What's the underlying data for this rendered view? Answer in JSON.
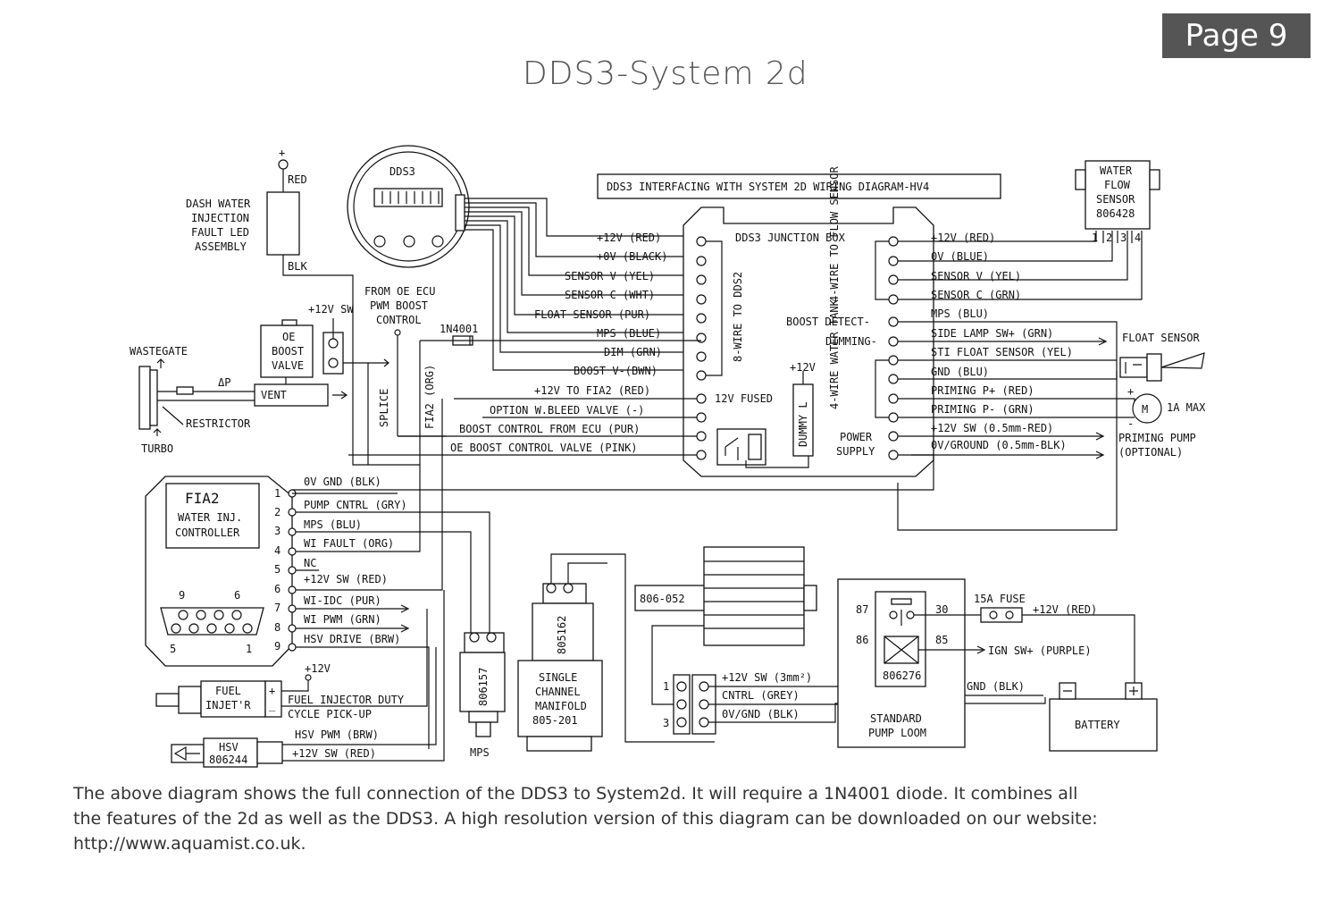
{
  "page_badge": "Page 9",
  "title": "DDS3-System 2d",
  "diagram_title": "DDS3 INTERFACING WITH SYSTEM 2D WIRING DIAGRAM-HV4",
  "dds3_gauge": {
    "label": "DDS3"
  },
  "led_assembly": {
    "plus": "+",
    "red": "RED",
    "blk": "BLK",
    "lines": [
      "DASH WATER",
      "INJECTION",
      "FAULT LED",
      "ASSEMBLY"
    ]
  },
  "oe_valve": {
    "lines": [
      "OE",
      "BOOST",
      "VALVE"
    ],
    "supply": "+12V SW",
    "vent": "VENT"
  },
  "wastegate": {
    "label": "WASTEGATE",
    "restrictor": "RESTRICTOR",
    "turbo": "TURBO",
    "dp": "ΔP"
  },
  "ecu_note": [
    "FROM OE ECU",
    "PWM BOOST",
    "CONTROL"
  ],
  "diode": "1N4001",
  "splice": "SPLICE",
  "fia2_org": "FIA2 (ORG)",
  "junction_box": {
    "title": "DDS3 JUNCTION BOX",
    "eight_wire": "8-WIRE TO DDS2",
    "flow_block": "4-WIRE TO FLOW SENSOR",
    "tank_block": "4-WIRE WATER TANK",
    "fused": "12V FUSED",
    "dummy": "DUMMY L",
    "dummy_supply": "+12V",
    "boost_detect": "BOOST DETECT-",
    "dimming": "DIMMING-",
    "power_supply": [
      "POWER",
      "SUPPLY"
    ]
  },
  "left_wires": [
    "+12V (RED)",
    "+0V (BLACK)",
    "SENSOR V (YEL)",
    "SENSOR C (WHT)",
    "FLOAT SENSOR (PUR)",
    "MPS (BLUE)",
    "DIM (GRN)",
    "BOOST V-(BWN)",
    "+12V TO FIA2 (RED)",
    "OPTION W.BLEED VALVE (-)",
    "BOOST CONTROL FROM ECU (PUR)",
    "OE BOOST CONTROL VALVE (PINK)"
  ],
  "right_wires": [
    "+12V (RED)",
    "0V (BLUE)",
    "SENSOR V (YEL)",
    "SENSOR C (GRN)",
    "MPS (BLU)",
    "SIDE LAMP SW+ (GRN)",
    "STI FLOAT SENSOR (YEL)",
    "GND (BLU)",
    "PRIMING P+ (RED)",
    "PRIMING P- (GRN)",
    "+12V SW (0.5mm-RED)",
    "0V/GROUND (0.5mm-BLK)"
  ],
  "water_flow_sensor": {
    "lines": [
      "WATER",
      "FLOW",
      "SENSOR",
      "806428"
    ],
    "pins": [
      "1",
      "2",
      "3",
      "4"
    ]
  },
  "float_sensor": "FLOAT SENSOR",
  "priming_pump": {
    "motor": "M",
    "max": "1A MAX",
    "lines": [
      "PRIMING PUMP",
      "(OPTIONAL)"
    ],
    "plus": "+",
    "minus": "-"
  },
  "fia2": {
    "name": "FIA2",
    "lines": [
      "WATER INJ.",
      "CONTROLLER"
    ],
    "connector_top": [
      "9",
      "6"
    ],
    "connector_bottom": [
      "5",
      "1"
    ],
    "pins": [
      "1",
      "2",
      "3",
      "4",
      "5",
      "6",
      "7",
      "8",
      "9"
    ],
    "wires": [
      "0V GND (BLK)",
      "PUMP CNTRL (GRY)",
      "MPS (BLU)",
      "WI FAULT (ORG)",
      "NC",
      "+12V SW (RED)",
      "WI-IDC (PUR)",
      "WI PWM (GRN)",
      "HSV DRIVE (BRW)"
    ]
  },
  "fuel_injector": {
    "lines": [
      "FUEL",
      "INJET'R"
    ],
    "plus": "+",
    "minus": "_",
    "note": [
      "FUEL INJECTOR DUTY",
      "CYCLE PICK-UP"
    ],
    "supply": "+12V"
  },
  "hsv": {
    "lines": [
      "HSV",
      "806244"
    ],
    "pwm": "HSV PWM (BRW)",
    "sw": "+12V SW (RED)"
  },
  "mps": {
    "part": "806157",
    "label": "MPS"
  },
  "manifold": {
    "part": "805162",
    "lines": [
      "SINGLE",
      "CHANNEL",
      "MANIFOLD",
      "805-201"
    ]
  },
  "pump_module": {
    "part": "806-052"
  },
  "pump_connector": {
    "pins": [
      "1",
      "3"
    ],
    "wires": [
      "+12V SW (3mm²)",
      "CNTRL (GREY)",
      "0V/GND (BLK)"
    ]
  },
  "relay": {
    "pins": [
      "87",
      "30",
      "86",
      "85"
    ],
    "part": "806276",
    "loom": [
      "STANDARD",
      "PUMP LOOM"
    ]
  },
  "fuse": {
    "label": "15A FUSE",
    "supply": "+12V (RED)"
  },
  "ign": "IGN SW+ (PURPLE)",
  "gnd": "GND (BLK)",
  "battery": "BATTERY",
  "caption": [
    "The above diagram shows the full connection of the DDS3 to System2d. It will require a 1N4001 diode.  It combines all",
    "the features of the 2d as well as the DDS3.  A high resolution version of this diagram can be downloaded on our website:",
    "http://www.aquamist.co.uk."
  ]
}
